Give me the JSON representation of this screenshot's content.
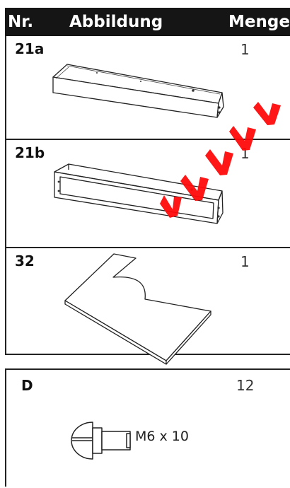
{
  "header": {
    "col_nr": "Nr.",
    "col_abbildung": "Abbildung",
    "col_menge": "Menge"
  },
  "parts": [
    {
      "nr": "21a",
      "menge": "1",
      "icon": "rail-beam-drawing"
    },
    {
      "nr": "21b",
      "menge": "1",
      "icon": "frame-beam-drawing"
    },
    {
      "nr": "32",
      "menge": "1",
      "icon": "cutout-plate-drawing"
    }
  ],
  "hardware": {
    "nr": "D",
    "menge": "12",
    "size": "M6 x 10",
    "icon": "screw-drawing"
  },
  "watermark_color": "#ff0000"
}
